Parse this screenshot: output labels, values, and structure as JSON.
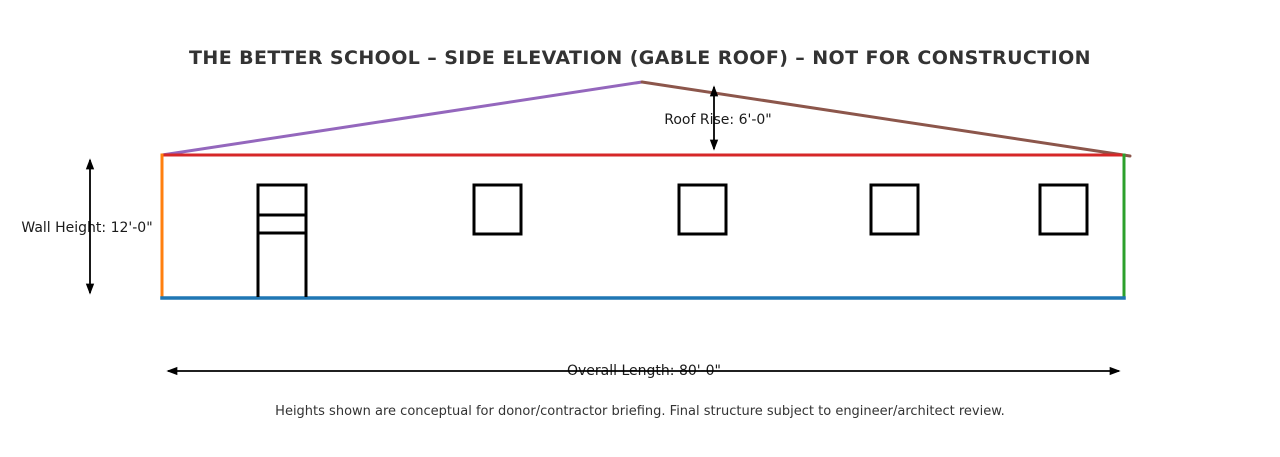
{
  "title": "THE BETTER SCHOOL – SIDE ELEVATION (GABLE ROOF) – NOT FOR CONSTRUCTION",
  "annotations": {
    "roof_rise": "Roof Rise: 6'-0\"",
    "wall_height": "Wall Height: 12'-0\"",
    "overall_length": "Overall Length: 80'-0\""
  },
  "footnote": "Heights shown are conceptual for donor/contractor briefing. Final structure subject to engineer/architect review.",
  "structure": {
    "window_count": 4,
    "door_count": 1
  },
  "colors": {
    "eave_line": "#d62728",
    "wall_left": "#ff7f0e",
    "wall_right": "#2ca02c",
    "floor_line": "#1f77b4",
    "roof_left": "#9467bd",
    "roof_right": "#8c564b",
    "openings": "#000000",
    "dimensions": "#000000",
    "title_text": "#333333",
    "label_text": "#1a1a1a"
  }
}
